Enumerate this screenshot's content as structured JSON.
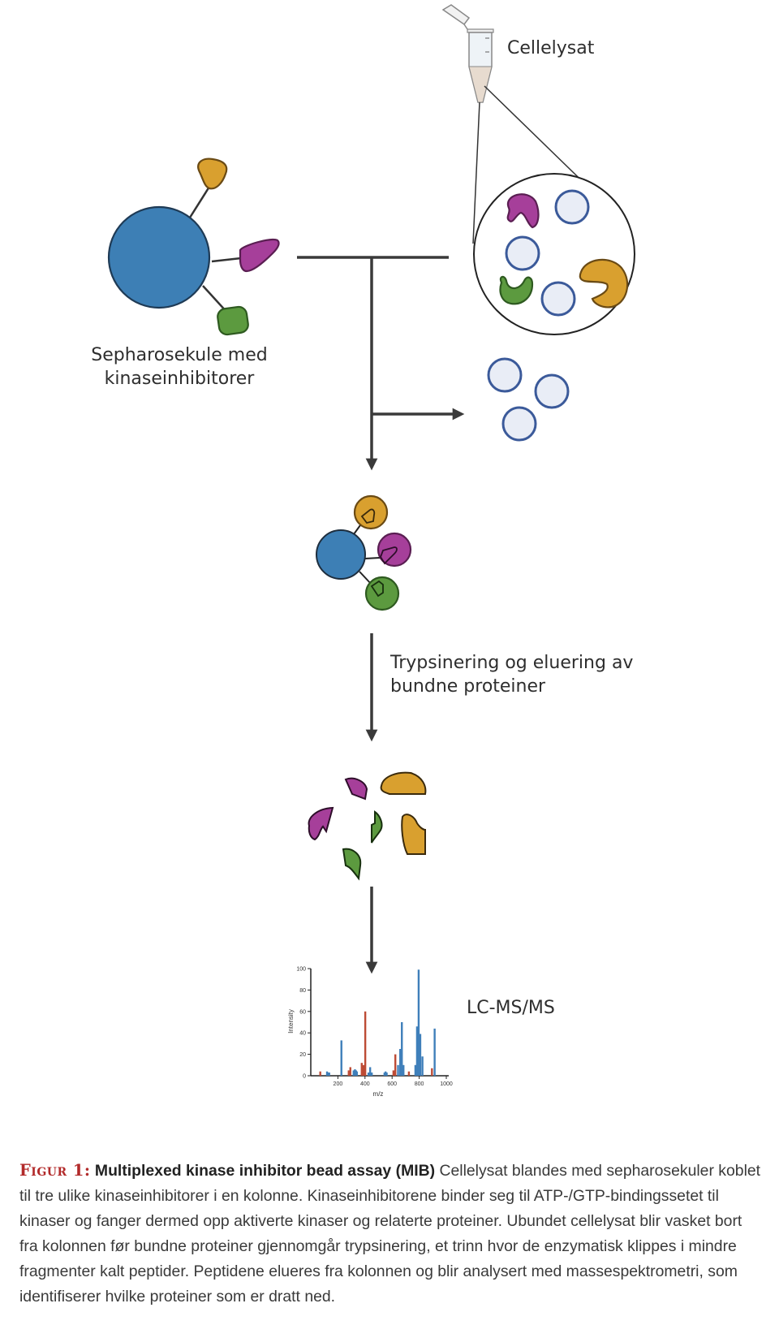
{
  "labels": {
    "cell_lysate": "Cellelysat",
    "bead": "Sepharosekule med",
    "bead_line2": "kinaseinhibitorer",
    "step": "Trypsinering og eluering av",
    "step_line2": "bundne proteiner",
    "ms": "LC-MS/MS"
  },
  "caption": {
    "figure_label": "Figur 1:",
    "title": "Multiplexed kinase inhibitor bead assay (MIB)",
    "text": "Cellelysat blandes med sepharosekuler koblet til tre ulike kinaseinhibitorer i en kolonne. Kinaseinhibitorene binder seg til ATP-/GTP-bindingssetet til kinaser og fanger dermed opp aktiverte kinaser og relaterte proteiner. Ubundet cellelysat blir vasket bort fra kolonnen før bundne proteiner gjennomgår trypsinering, et trinn hvor de enzymatisk klippes i mindre fragmenter kalt peptider. Peptidene elueres fra kolonnen og blir analysert med massespektrometri, som identifiserer hvilke proteiner som er dratt ned."
  },
  "colors": {
    "bead": "#3d7fb5",
    "orange": "#d9a02f",
    "magenta": "#a63f9a",
    "green": "#5c9a3f",
    "unbound": "#e9edf6",
    "unbound_stroke": "#3b5a9a",
    "blue_peak": "#3f7fba",
    "red_peak": "#bd4b35",
    "figure_label": "#b22a2a"
  },
  "chart_data": {
    "type": "bar",
    "title": "",
    "xlabel": "m/z",
    "ylabel": "Intensity",
    "xlim": [
      0,
      1000
    ],
    "ylim": [
      0,
      100
    ],
    "xticks": [
      200,
      400,
      600,
      800,
      1000
    ],
    "yticks": [
      0,
      20,
      40,
      60,
      80,
      100
    ],
    "series": [
      {
        "name": "blue",
        "color": "#3f7fba",
        "x": [
          120,
          130,
          136,
          226,
          316,
          326,
          334,
          340,
          426,
          438,
          450,
          544,
          552,
          560,
          644,
          660,
          672,
          684,
          772,
          784,
          796,
          808,
          824,
          914
        ],
        "values": [
          4,
          3,
          3,
          33,
          5,
          6,
          5,
          4,
          3,
          8,
          3,
          3,
          4,
          3,
          10,
          25,
          50,
          10,
          10,
          46,
          99,
          39,
          18,
          44
        ]
      },
      {
        "name": "red",
        "color": "#bd4b35",
        "x": [
          70,
          280,
          292,
          376,
          390,
          402,
          610,
          624,
          724,
          894
        ],
        "values": [
          4,
          5,
          8,
          12,
          10,
          60,
          5,
          20,
          4,
          7
        ]
      }
    ]
  }
}
